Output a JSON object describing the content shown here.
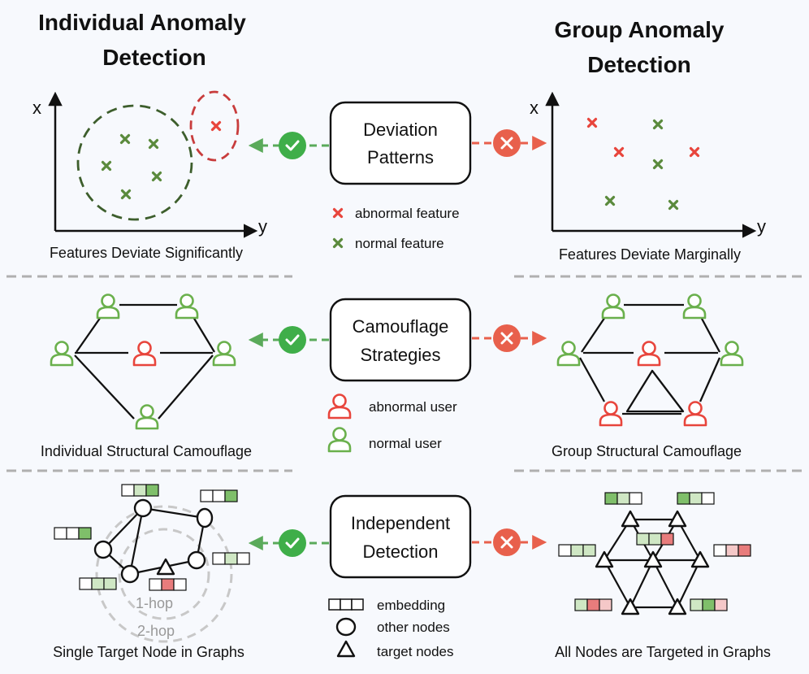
{
  "titles": {
    "left": [
      "Individual Anomaly",
      "Detection"
    ],
    "right": [
      "Group Anomaly",
      "Detection"
    ]
  },
  "rows": [
    {
      "center": [
        "Deviation",
        "Patterns"
      ],
      "left_caption": "Features Deviate Significantly",
      "right_caption": "Features Deviate Marginally",
      "axis_x": "x",
      "axis_y": "y",
      "legend": [
        "abnormal feature",
        "normal feature"
      ]
    },
    {
      "center": [
        "Camouflage",
        "Strategies"
      ],
      "left_caption": "Individual Structural Camouflage",
      "right_caption": "Group Structural Camouflage",
      "legend": [
        "abnormal user",
        "normal user"
      ]
    },
    {
      "center": [
        "Independent",
        "Detection"
      ],
      "left_caption": "Single Target Node in Graphs",
      "right_caption": "All Nodes are Targeted in Graphs",
      "hop_labels": [
        "1-hop",
        "2-hop"
      ],
      "legend": [
        "embedding",
        "other nodes",
        "target nodes"
      ]
    }
  ],
  "colors": {
    "normal": "#5a8a3c",
    "normal_user": "#6ab04c",
    "abnormal": "#e8453c",
    "check_green": "#3fae49",
    "dash_green": "#5aaa5a",
    "dash_red": "#e8604c",
    "cluster_green": "#3d5e2c",
    "cluster_red": "#c83c3c",
    "separator": "#b0b0b0",
    "cell_green": "#7fbf6a",
    "cell_green_light": "#cfe7c4",
    "cell_red": "#e87c7c",
    "cell_red_light": "#f5c8c8"
  }
}
